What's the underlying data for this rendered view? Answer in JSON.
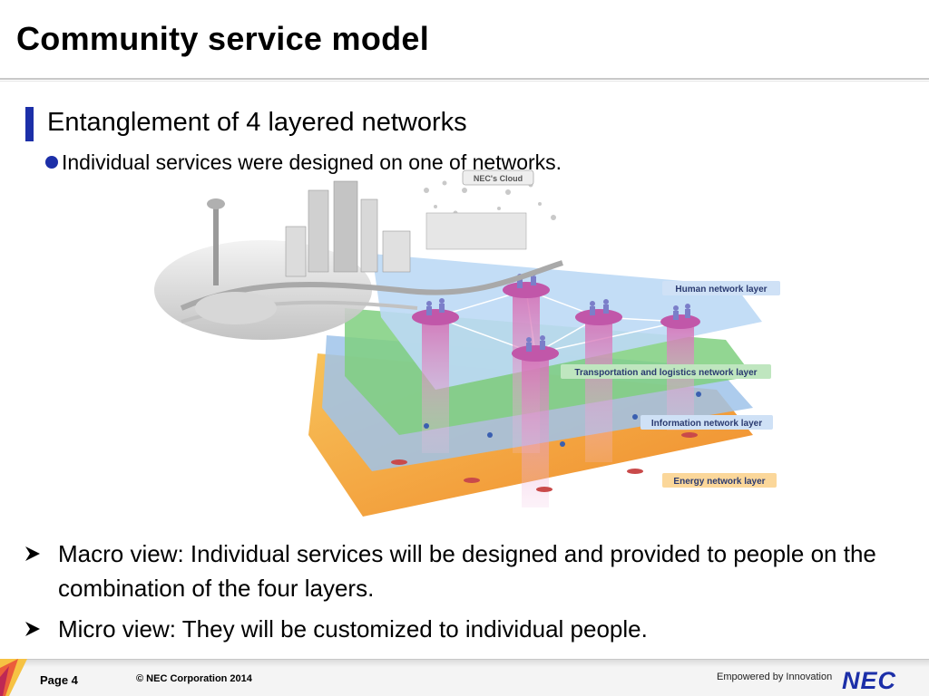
{
  "slide": {
    "title": "Community service model",
    "heading": "Entanglement of 4 layered networks",
    "subpoint": "Individual services were designed on one of networks."
  },
  "illustration": {
    "cloud_label": "NEC's Cloud",
    "layers": [
      {
        "label": "Human network layer",
        "color": "#8fb3d9"
      },
      {
        "label": "Transportation and logistics network layer",
        "color": "#8fcf8f"
      },
      {
        "label": "Information network layer",
        "color": "#8fb3d9"
      },
      {
        "label": "Energy network layer",
        "color": "#f5b24a"
      }
    ]
  },
  "bullets": [
    "Macro view: Individual services will be designed and provided to people on the combination of the four layers.",
    "Micro view: They will be customized to individual people."
  ],
  "footer": {
    "page": "Page 4",
    "copyright": "© NEC Corporation 2014",
    "tagline": "Empowered by Innovation",
    "logo": "NEC"
  },
  "colors": {
    "accent": "#1c2fa8"
  }
}
